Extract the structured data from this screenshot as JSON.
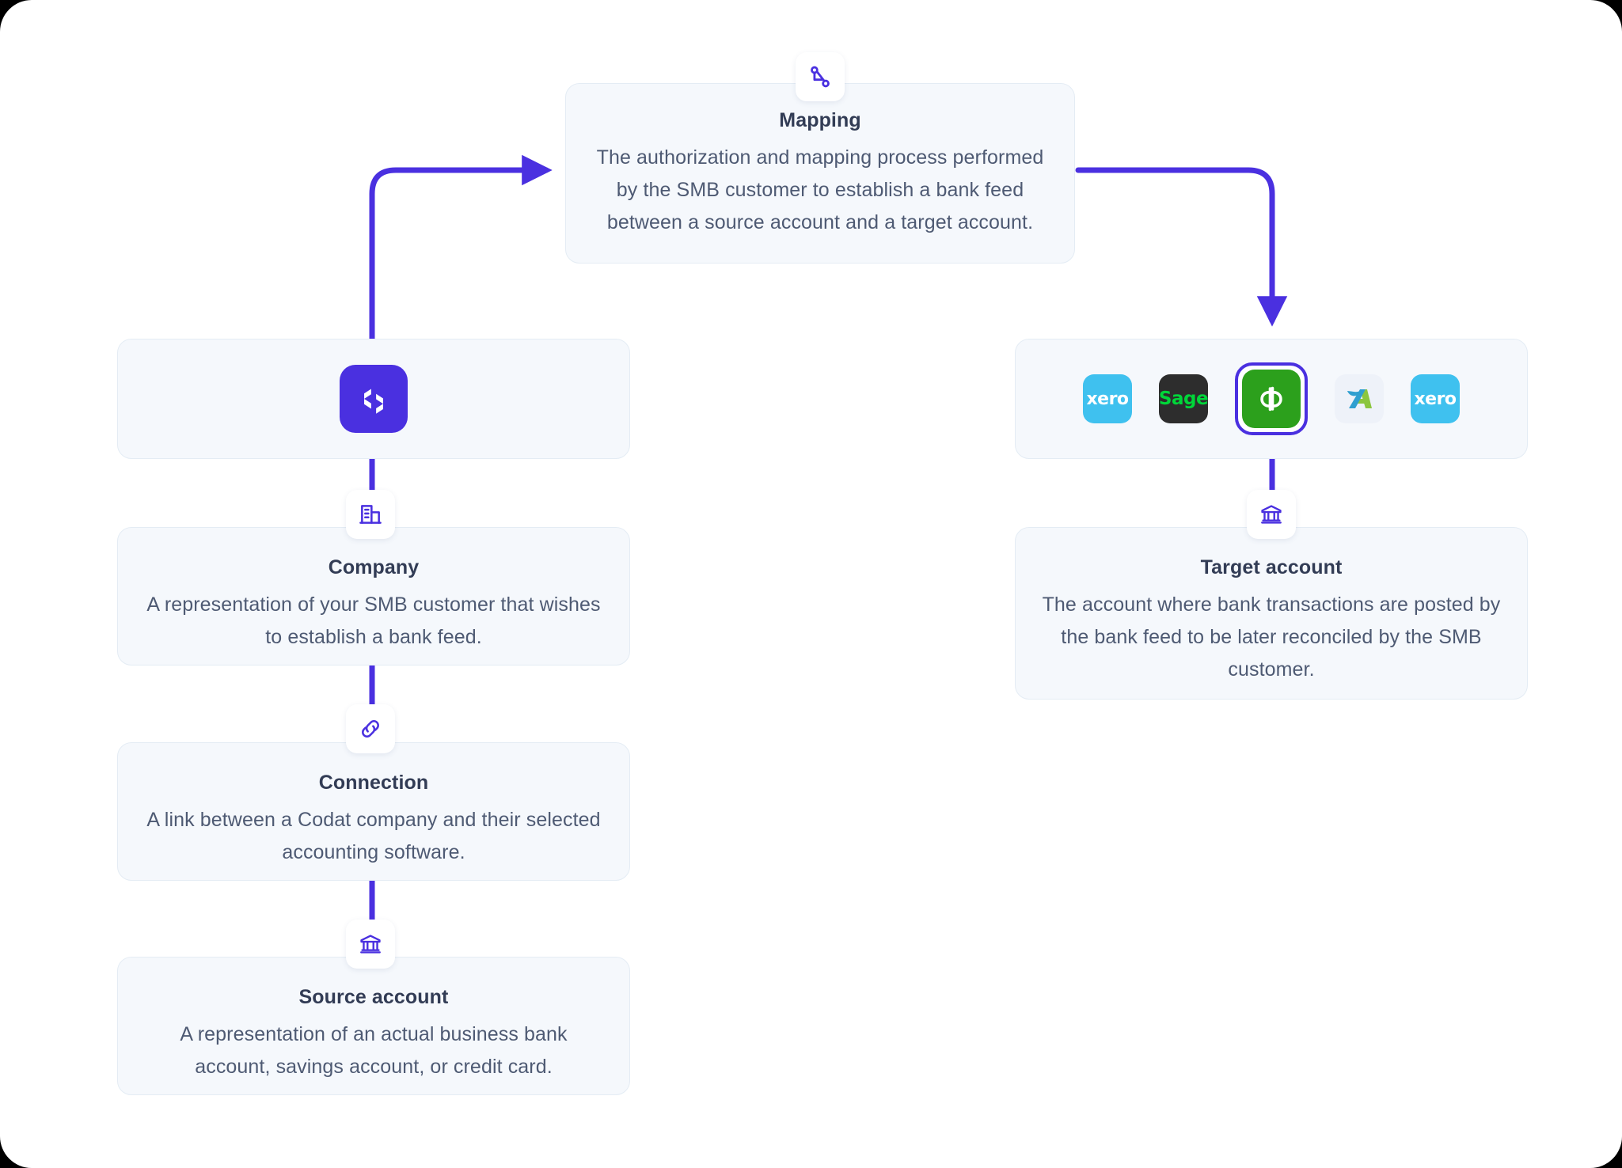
{
  "theme": {
    "accent": "#4a30e0",
    "card_bg": "#f5f8fc",
    "card_border": "#e4ecf4",
    "title_color": "#323c55",
    "body_color": "#4e5a73",
    "page_bg": "#ffffff"
  },
  "nodes": {
    "mapping": {
      "title": "Mapping",
      "description": "The authorization and mapping process performed by the SMB customer to establish a bank feed between a source account and a target account.",
      "icon": "route-icon"
    },
    "platform": {
      "icon": "codat-logo",
      "label": "Codat"
    },
    "company": {
      "title": "Company",
      "description": "A representation of your SMB customer that wishes to establish a bank feed.",
      "icon": "building-icon"
    },
    "connection": {
      "title": "Connection",
      "description": "A link between a Codat company and their selected accounting software.",
      "icon": "link-icon"
    },
    "source_account": {
      "title": "Source account",
      "description": "A representation of an actual business bank account, savings account, or credit card.",
      "icon": "bank-icon"
    },
    "target_account": {
      "title": "Target account",
      "description": "The account where bank transactions are posted by the bank feed to be later reconciled by the SMB customer.",
      "icon": "bank-icon"
    }
  },
  "integrations": {
    "selected": "QuickBooks",
    "items": [
      {
        "name": "Xero",
        "label": "xero",
        "icon": "xero-logo",
        "selected": false
      },
      {
        "name": "Sage",
        "label": "Sage",
        "icon": "sage-logo",
        "selected": false
      },
      {
        "name": "QuickBooks",
        "label": "qb",
        "icon": "quickbooks-logo",
        "selected": true
      },
      {
        "name": "FreeAgent",
        "label": "",
        "icon": "freeagent-logo",
        "selected": false
      },
      {
        "name": "Xero",
        "label": "xero",
        "icon": "xero-logo",
        "selected": false
      }
    ]
  },
  "connectors": [
    {
      "from": "platform",
      "to": "mapping",
      "direction": "up-right"
    },
    {
      "from": "mapping",
      "to": "integrations",
      "direction": "right-down"
    },
    {
      "from": "platform",
      "to": "company",
      "direction": "down"
    },
    {
      "from": "company",
      "to": "connection",
      "direction": "down"
    },
    {
      "from": "connection",
      "to": "source_account",
      "direction": "down"
    },
    {
      "from": "integrations",
      "to": "target_account",
      "direction": "down"
    }
  ]
}
